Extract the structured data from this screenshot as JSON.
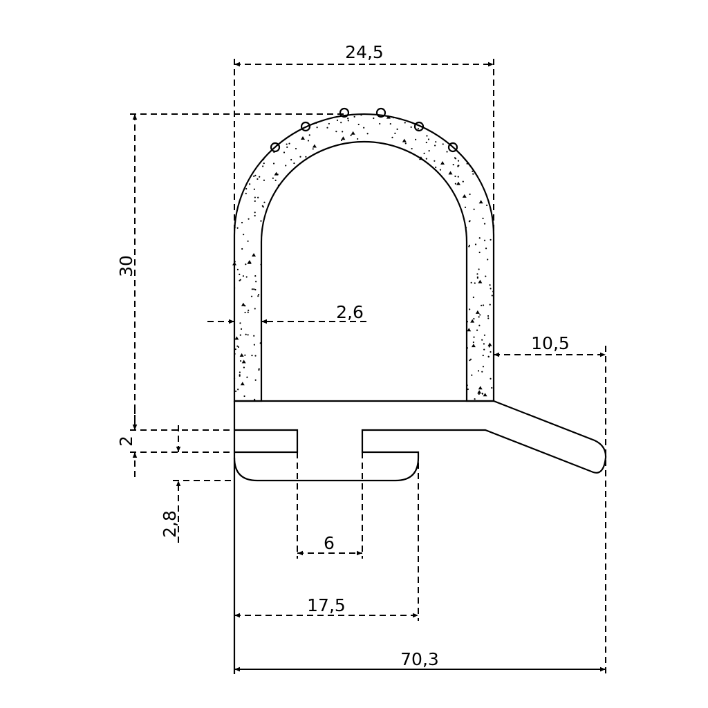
{
  "colors": {
    "line": "#000000",
    "background": "#ffffff"
  },
  "dimensions": {
    "width_top": "24,5",
    "height_total": "30",
    "base_thickness": "2",
    "lip_thickness": "2,8",
    "wall_thickness": "2,6",
    "flap_length": "10,5",
    "slot_width": "6",
    "base_inner": "17,5",
    "overall_width": "70,3"
  }
}
